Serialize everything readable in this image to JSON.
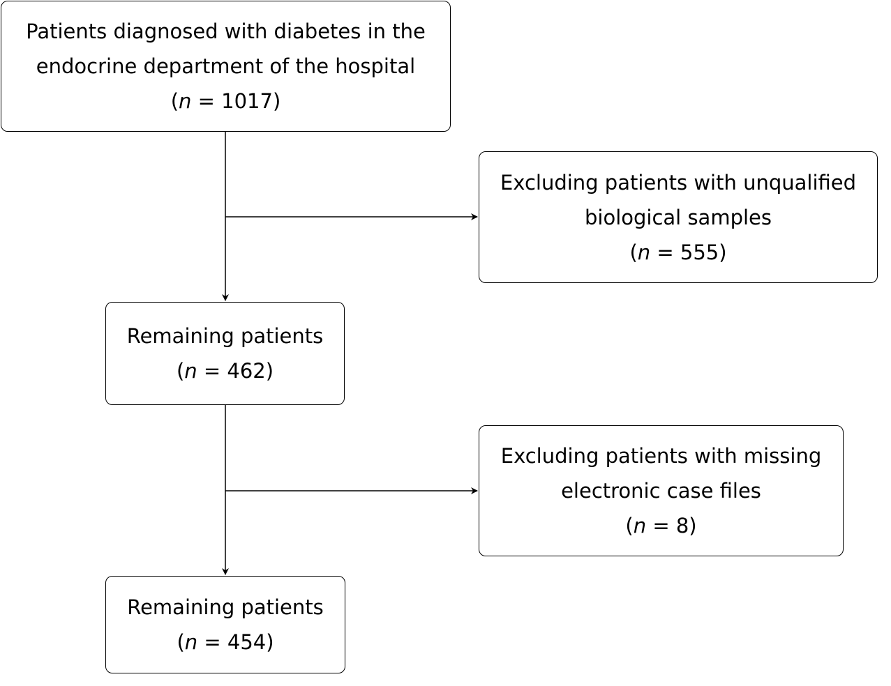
{
  "nodes": {
    "start": {
      "lines": [
        "Patients diagnosed with diabetes in the",
        "endocrine department of the hospital"
      ],
      "n_prefix": "(",
      "n_symbol": "n",
      "n_value": " = 1017)"
    },
    "exclusion1": {
      "lines": [
        "Excluding patients with unqualified",
        "biological samples"
      ],
      "n_prefix": "(",
      "n_symbol": "n",
      "n_value": " = 555)"
    },
    "remaining1": {
      "lines": [
        "Remaining patients"
      ],
      "n_prefix": "(",
      "n_symbol": "n",
      "n_value": " = 462)"
    },
    "exclusion2": {
      "lines": [
        "Excluding patients with missing",
        "electronic case files"
      ],
      "n_prefix": "(",
      "n_symbol": "n",
      "n_value": " = 8)"
    },
    "remaining2": {
      "lines": [
        "Remaining patients"
      ],
      "n_prefix": "(",
      "n_symbol": "n",
      "n_value": " = 454)"
    }
  },
  "edges": [
    {
      "from": "start",
      "to": "remaining1"
    },
    {
      "from": "start",
      "to": "exclusion1"
    },
    {
      "from": "remaining1",
      "to": "remaining2"
    },
    {
      "from": "remaining1",
      "to": "exclusion2"
    }
  ],
  "colors": {
    "stroke": "#000000",
    "fill": "#ffffff",
    "text": "#000000"
  }
}
